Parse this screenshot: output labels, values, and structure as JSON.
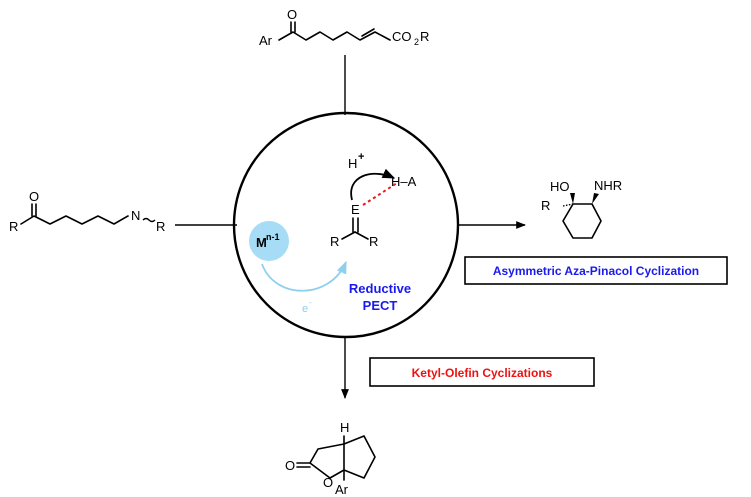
{
  "top_molecule": {
    "carbonyl_o": "O",
    "aryl": "Ar",
    "ester": "CO",
    "ester_sub": "2",
    "ester_r": "R"
  },
  "left_molecule": {
    "carbonyl_o": "O",
    "ketone_r": "R",
    "imine_n": "N",
    "imine_r": "R"
  },
  "right_molecule": {
    "ho": "HO",
    "nhr": "NHR",
    "r": "R"
  },
  "bottom_molecule": {
    "h": "H",
    "carbonyl_o": "O",
    "ring_o": "O",
    "aryl": "Ar"
  },
  "center": {
    "metal": "M",
    "metal_sup": "n-1",
    "proton": "H",
    "proton_charge": "+",
    "acid": "H–A",
    "electrophile": "E",
    "sub_left": "R",
    "sub_right": "R",
    "electron": "e",
    "electron_charge": "-",
    "label_line1": "Reductive",
    "label_line2": "PECT"
  },
  "boxes": {
    "aza_pinacol": "Asymmetric Aza-Pinacol Cyclization",
    "ketyl_olefin": "Ketyl-Olefin Cyclizations"
  },
  "colors": {
    "metal_fill": "#a6dcf5",
    "electron_arrow": "#8fcfee",
    "pect_label": "#1a1aee",
    "aza_text": "#1a1aee",
    "ketyl_text": "#ee1111",
    "hbond": "#e02020"
  }
}
